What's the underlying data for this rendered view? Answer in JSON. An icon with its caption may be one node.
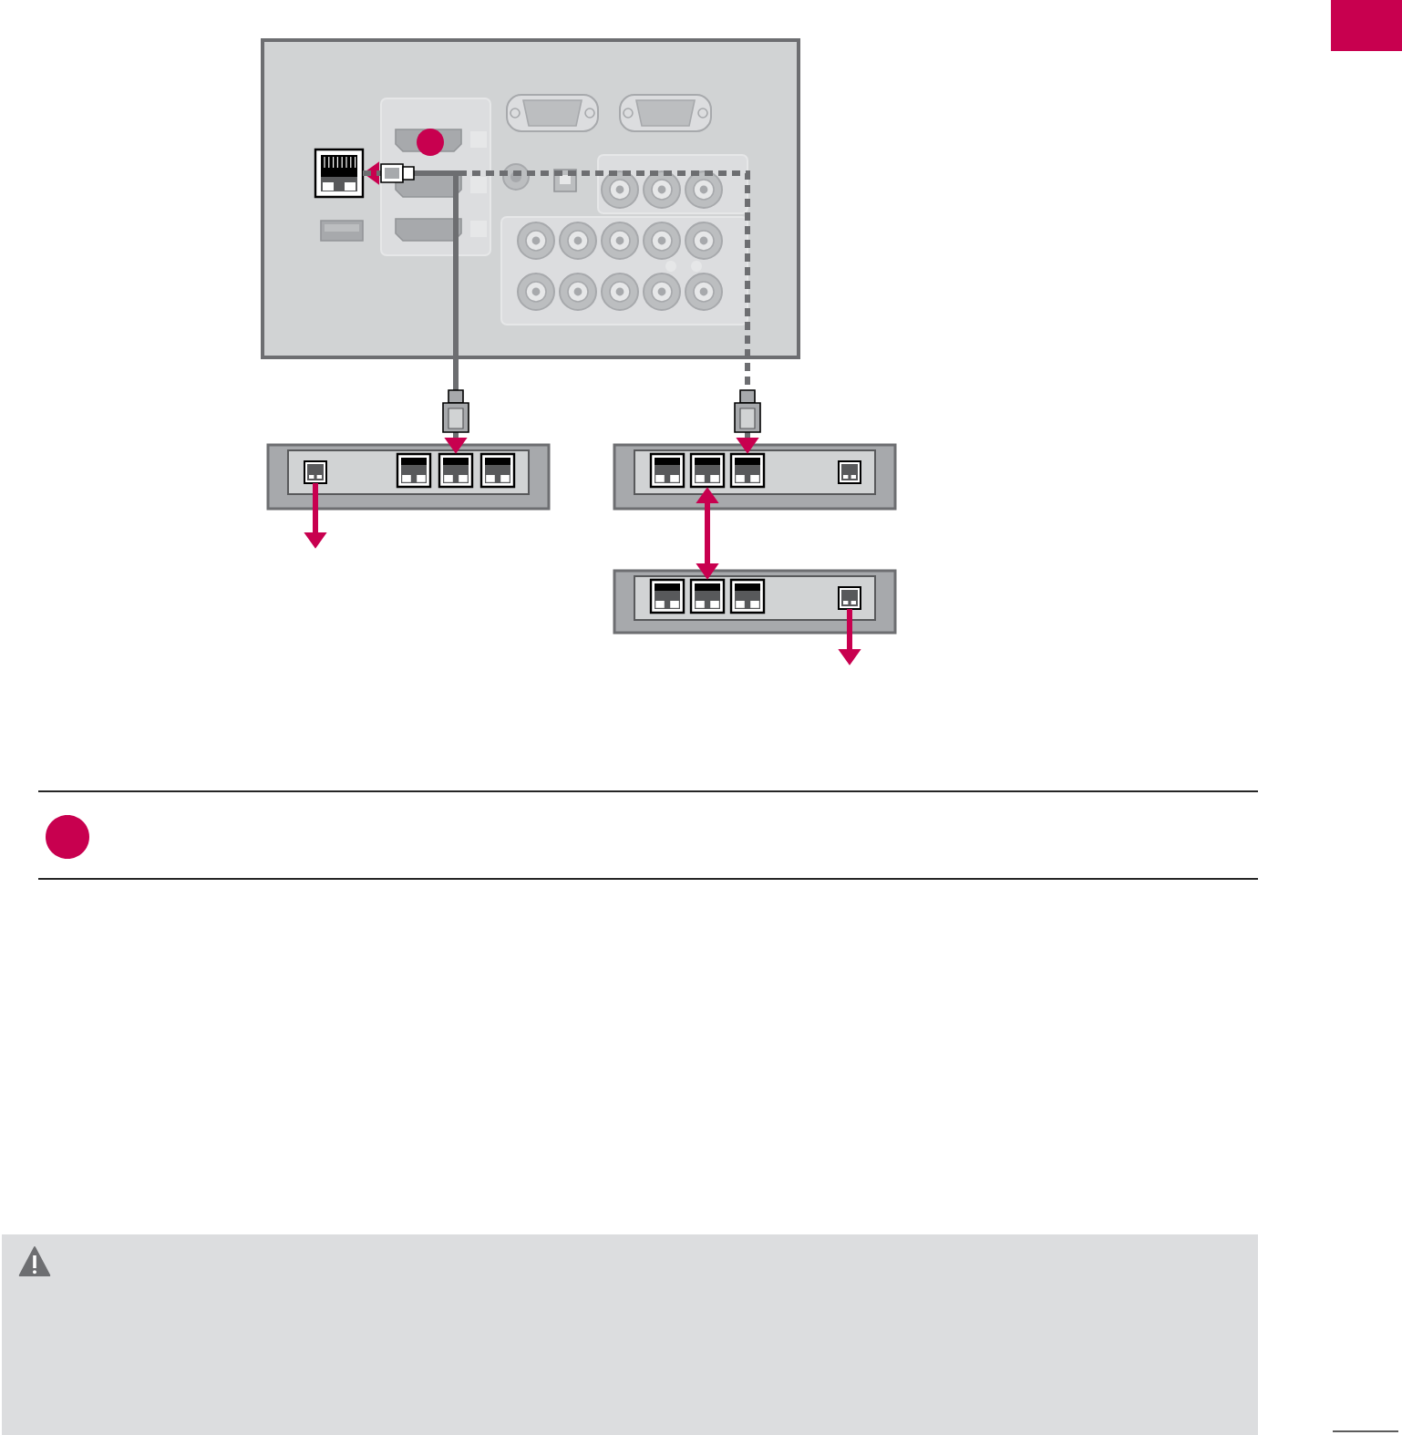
{
  "diagram": {
    "nodes": [
      {
        "text": [],
        "shape": "box"
      },
      {
        "text": [],
        "shape": "box",
        "in": 0
      },
      {
        "text": [],
        "shape": "box"
      },
      {
        "text": [],
        "shape": "box",
        "in": 2
      },
      {
        "text": [],
        "shape": "box",
        "in": 2
      },
      {
        "text": [],
        "shape": "box",
        "in": 2
      },
      {
        "text": [],
        "shape": "box",
        "in": 2
      },
      {
        "text": [],
        "shape": "box"
      },
      {
        "text": [],
        "shape": "box",
        "in": 7
      },
      {
        "text": [],
        "shape": "box",
        "in": 7
      },
      {
        "text": [],
        "shape": "box",
        "in": 7
      },
      {
        "text": [],
        "shape": "box",
        "in": 7
      },
      {
        "text": [],
        "shape": "box"
      },
      {
        "text": [],
        "shape": "box",
        "in": 12
      },
      {
        "text": [],
        "shape": "box",
        "in": 12
      },
      {
        "text": [],
        "shape": "box",
        "in": 12
      },
      {
        "text": [],
        "shape": "box",
        "in": 12
      }
    ],
    "edges": [
      {
        "from": 1,
        "to": 5,
        "arrow": "both",
        "color": "#6d6e71"
      },
      {
        "from": 1,
        "to": 10,
        "arrow": "to",
        "style": "dashed",
        "color": "#6d6e71"
      },
      {
        "from": 9,
        "to": 14,
        "arrow": "both"
      },
      {
        "from": 3,
        "to": null,
        "arrow": "to"
      },
      {
        "from": 16,
        "to": null,
        "arrow": "to"
      }
    ]
  }
}
